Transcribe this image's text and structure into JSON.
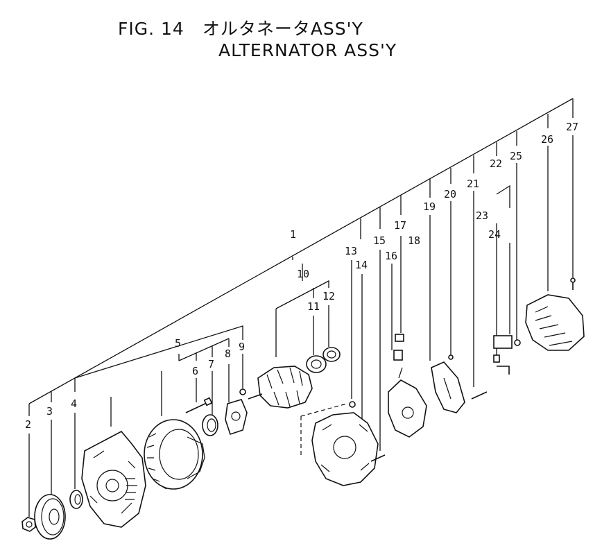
{
  "figure": {
    "title_line1": "FIG. 14　オルタネータASS'Y",
    "title_line2": "ALTERNATOR ASS'Y"
  },
  "callouts": [
    "1",
    "2",
    "3",
    "4",
    "5",
    "6",
    "7",
    "8",
    "9",
    "10",
    "11",
    "12",
    "13",
    "14",
    "15",
    "16",
    "17",
    "18",
    "19",
    "20",
    "21",
    "22",
    "23",
    "24",
    "25",
    "26",
    "27"
  ]
}
